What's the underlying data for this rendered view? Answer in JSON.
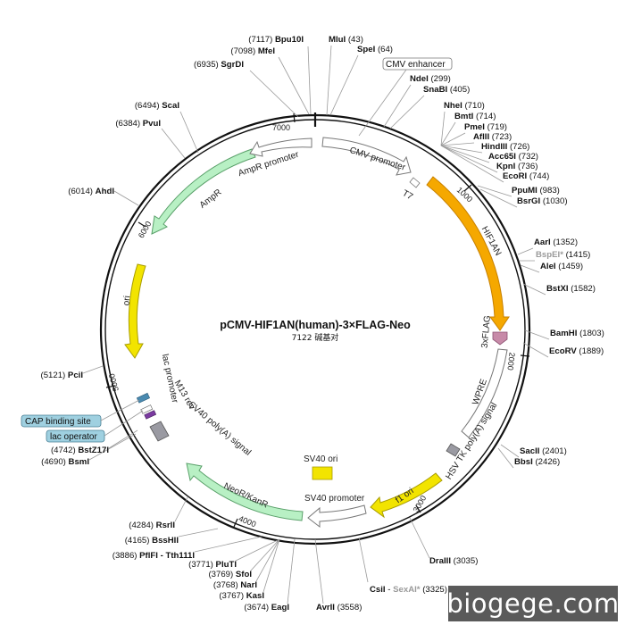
{
  "title": "pCMV-HIF1AN(human)-3×FLAG-Neo",
  "subtitle": "7122 碱基对",
  "watermark": "biogege.com",
  "colors": {
    "cds_orange": "#f5a800",
    "cds_green": "#b8f0c4",
    "ori_yellow": "#f2e400",
    "promoter": "#ffffff",
    "flag": "#c78aa8",
    "lac_blue": "#9fd0e0"
  },
  "sites": [
    {
      "name": "Bpu10I",
      "pos": "7117"
    },
    {
      "name": "MfeI",
      "pos": "7098"
    },
    {
      "name": "SgrDI",
      "pos": "6935"
    },
    {
      "name": "MluI",
      "pos": "43"
    },
    {
      "name": "SpeI",
      "pos": "64"
    },
    {
      "name": "NdeI",
      "pos": "299"
    },
    {
      "name": "SnaBI",
      "pos": "405"
    },
    {
      "name": "NheI",
      "pos": "710"
    },
    {
      "name": "BmtI",
      "pos": "714"
    },
    {
      "name": "PmeI",
      "pos": "719"
    },
    {
      "name": "AflII",
      "pos": "723"
    },
    {
      "name": "HindIII",
      "pos": "726"
    },
    {
      "name": "Acc65I",
      "pos": "732"
    },
    {
      "name": "KpnI",
      "pos": "736"
    },
    {
      "name": "EcoRI",
      "pos": "744"
    },
    {
      "name": "PpuMI",
      "pos": "983"
    },
    {
      "name": "BsrGI",
      "pos": "1030"
    },
    {
      "name": "AarI",
      "pos": "1352"
    },
    {
      "name": "BspEI*",
      "pos": "1415"
    },
    {
      "name": "AleI",
      "pos": "1459"
    },
    {
      "name": "BstXI",
      "pos": "1582"
    },
    {
      "name": "BamHI",
      "pos": "1803"
    },
    {
      "name": "EcoRV",
      "pos": "1889"
    },
    {
      "name": "SacII",
      "pos": "2401"
    },
    {
      "name": "BbsI",
      "pos": "2426"
    },
    {
      "name": "DraIII",
      "pos": "3035"
    },
    {
      "name": "CsiI",
      "pos": ""
    },
    {
      "name": "SexAI*",
      "pos": "(3325)"
    },
    {
      "name": "AvrII",
      "pos": "3558"
    },
    {
      "name": "EagI",
      "pos": "3674"
    },
    {
      "name": "KasI",
      "pos": "3767"
    },
    {
      "name": "NarI",
      "pos": "3768"
    },
    {
      "name": "SfoI",
      "pos": "3769"
    },
    {
      "name": "PluTI",
      "pos": "3771"
    },
    {
      "name": "PflFI - Tth111I",
      "pos": "3886"
    },
    {
      "name": "BssHII",
      "pos": "4165"
    },
    {
      "name": "RsrII",
      "pos": "4284"
    },
    {
      "name": "BsmI",
      "pos": "4690"
    },
    {
      "name": "BstZ17I",
      "pos": "4742"
    },
    {
      "name": "PciI",
      "pos": "5121"
    },
    {
      "name": "AhdI",
      "pos": "6014"
    },
    {
      "name": "PvuI",
      "pos": "6384"
    },
    {
      "name": "ScaI",
      "pos": "6494"
    }
  ],
  "features": [
    {
      "label": "CMV enhancer"
    },
    {
      "label": "CMV promoter"
    },
    {
      "label": "T7"
    },
    {
      "label": "HIF1AN"
    },
    {
      "label": "3xFLAG"
    },
    {
      "label": "WPRE"
    },
    {
      "label": "HSV TK poly(A) signal"
    },
    {
      "label": "f1 ori"
    },
    {
      "label": "SV40 promoter"
    },
    {
      "label": "SV40 ori"
    },
    {
      "label": "NeoR/KanR"
    },
    {
      "label": "SV40 poly(A) signal"
    },
    {
      "label": "M13 rev"
    },
    {
      "label": "lac promoter"
    },
    {
      "label": "CAP binding site"
    },
    {
      "label": "lac operator"
    },
    {
      "label": "ori"
    },
    {
      "label": "AmpR"
    },
    {
      "label": "AmpR promoter"
    }
  ],
  "ticks": [
    "1000",
    "2000",
    "3000",
    "4000",
    "5000",
    "6000",
    "7000"
  ]
}
